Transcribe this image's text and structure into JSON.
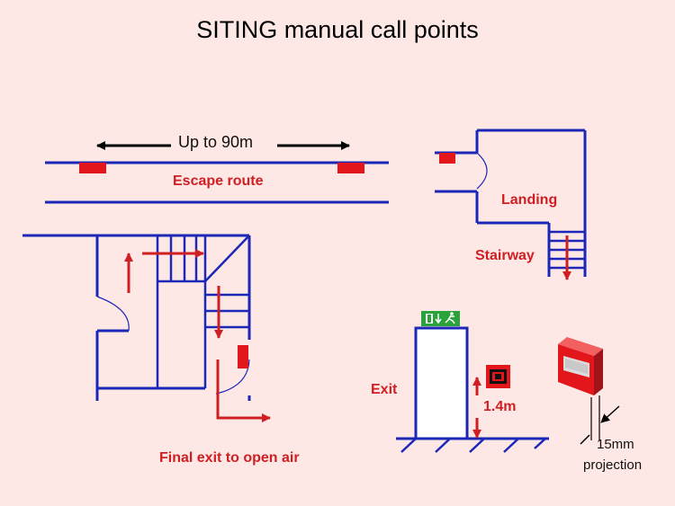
{
  "title": "SITING manual call points",
  "labels": {
    "distance": "Up to 90m",
    "escape_route": "Escape route",
    "landing": "Landing",
    "stairway": "Stairway",
    "final_exit": "Final exit to open air",
    "exit": "Exit",
    "height": "1.4m",
    "projection_line1": "15mm",
    "projection_line2": "projection"
  },
  "colors": {
    "background": "#fde8e5",
    "wall": "#1c27b8",
    "callpoint": "#e3161b",
    "arrow": "#d01f23",
    "label": "#d01f23",
    "exit_sign": "#2aa33a"
  },
  "icons": [
    "running-man-exit-sign-icon",
    "manual-call-point-icon"
  ]
}
